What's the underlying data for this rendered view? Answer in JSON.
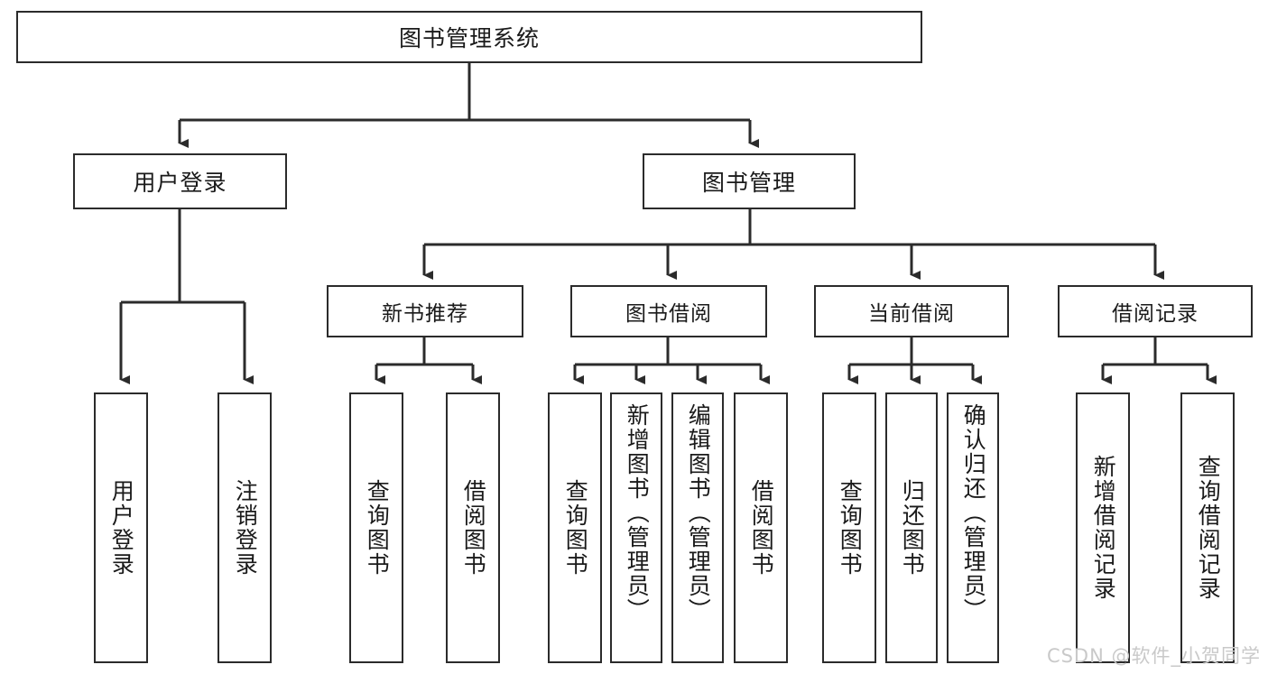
{
  "diagram": {
    "title": "图书管理系统",
    "type": "tree-hierarchy",
    "root": {
      "label": "图书管理系统"
    },
    "level2": [
      {
        "label": "用户登录"
      },
      {
        "label": "图书管理"
      }
    ],
    "level3": [
      {
        "label": "新书推荐"
      },
      {
        "label": "图书借阅"
      },
      {
        "label": "当前借阅"
      },
      {
        "label": "借阅记录"
      }
    ],
    "leaves": {
      "user_login": [
        {
          "label": "用户登录"
        },
        {
          "label": "注销登录"
        }
      ],
      "new_book": [
        {
          "label": "查询图书"
        },
        {
          "label": "借阅图书"
        }
      ],
      "book_borrow": [
        {
          "label": "查询图书"
        },
        {
          "label": "新增图书（管理员）"
        },
        {
          "label": "编辑图书（管理员）"
        },
        {
          "label": "借阅图书"
        }
      ],
      "current_borrow": [
        {
          "label": "查询图书"
        },
        {
          "label": "归还图书"
        },
        {
          "label": "确认归还（管理员）"
        }
      ],
      "borrow_record": [
        {
          "label": "新增借阅记录"
        },
        {
          "label": "查询借阅记录"
        }
      ]
    }
  },
  "watermark": {
    "text": "CSDN @软件_小贺同学"
  },
  "colors": {
    "stroke": "#2b2b2b",
    "fill": "#ffffff",
    "text": "#1a1a1a",
    "watermark": "#c9c9c9"
  }
}
